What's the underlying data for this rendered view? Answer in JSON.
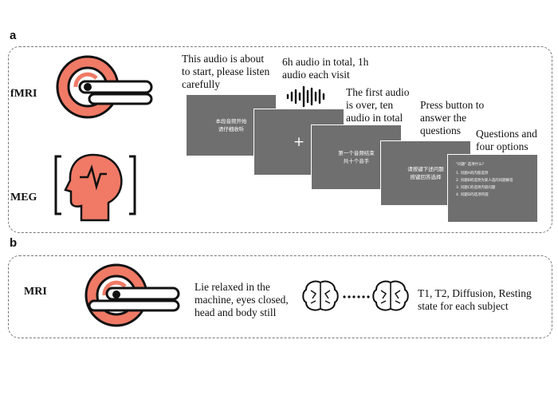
{
  "panels": {
    "a": {
      "letter": "a"
    },
    "b": {
      "letter": "b"
    }
  },
  "modalities": {
    "fmri": "fMRI",
    "meg": "MEG",
    "mri": "MRI"
  },
  "captions": {
    "start": [
      "This audio is about",
      "to start, please listen",
      "carefully"
    ],
    "total": [
      "6h audio in total, 1h",
      "audio each visit"
    ],
    "first_over": [
      "The first audio",
      "is over, ten",
      "audio in total"
    ],
    "press": [
      "Press button to",
      "answer the",
      "questions"
    ],
    "options": [
      "Questions and",
      "four options"
    ],
    "relax": [
      "Lie relaxed in the",
      "machine, eyes closed,",
      "head and body still"
    ],
    "scans": [
      "T1, T2, Diffusion, Resting",
      "state for each subject"
    ]
  },
  "screens": {
    "s1": [
      "本段音频开始",
      "请仔细收听"
    ],
    "s2": "+",
    "s3": [
      "第一个音频结束",
      "共十个音手"
    ],
    "s4": [
      "请按键下述问题",
      "按键回答选择"
    ],
    "s5": {
      "title": "\"问题\" 选项什么？",
      "options": [
        "1. 问题A的内容选项",
        "2. 问题B的选项为某人选的问题解答",
        "3. 问题C的选项内容问题",
        "4. 问题D的选项内容"
      ]
    }
  },
  "colors": {
    "accent": "#f07a66",
    "screen": "#6f6f6f",
    "stroke": "#111111",
    "dash": "#777777"
  },
  "icons": [
    "mri-scanner-icon",
    "meg-head-icon",
    "sound-wave-icon",
    "brain-icon"
  ]
}
